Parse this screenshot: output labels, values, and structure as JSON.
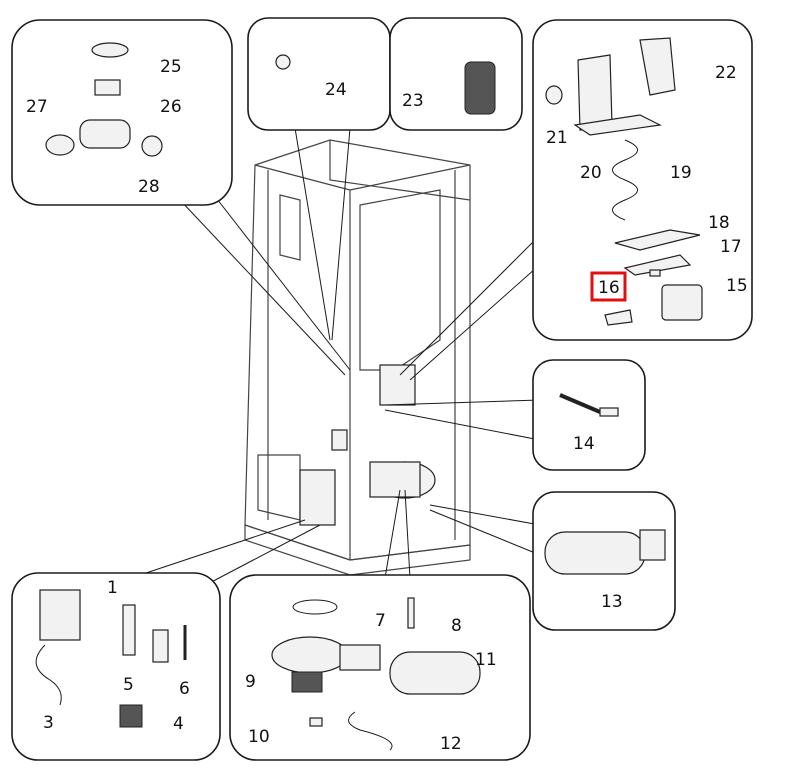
{
  "title": "Exploded parts diagram",
  "highlight_color": "#e01010",
  "highlighted_part": "16",
  "parts": {
    "p1": "1",
    "p3": "3",
    "p4": "4",
    "p5": "5",
    "p6": "6",
    "p7": "7",
    "p8": "8",
    "p9": "9",
    "p10": "10",
    "p11": "11",
    "p12": "12",
    "p13": "13",
    "p14": "14",
    "p15": "15",
    "p16": "16",
    "p17": "17",
    "p18": "18",
    "p19": "19",
    "p20": "20",
    "p21": "21",
    "p22": "22",
    "p23": "23",
    "p24": "24",
    "p25": "25",
    "p26": "26",
    "p27": "27",
    "p28": "28"
  }
}
